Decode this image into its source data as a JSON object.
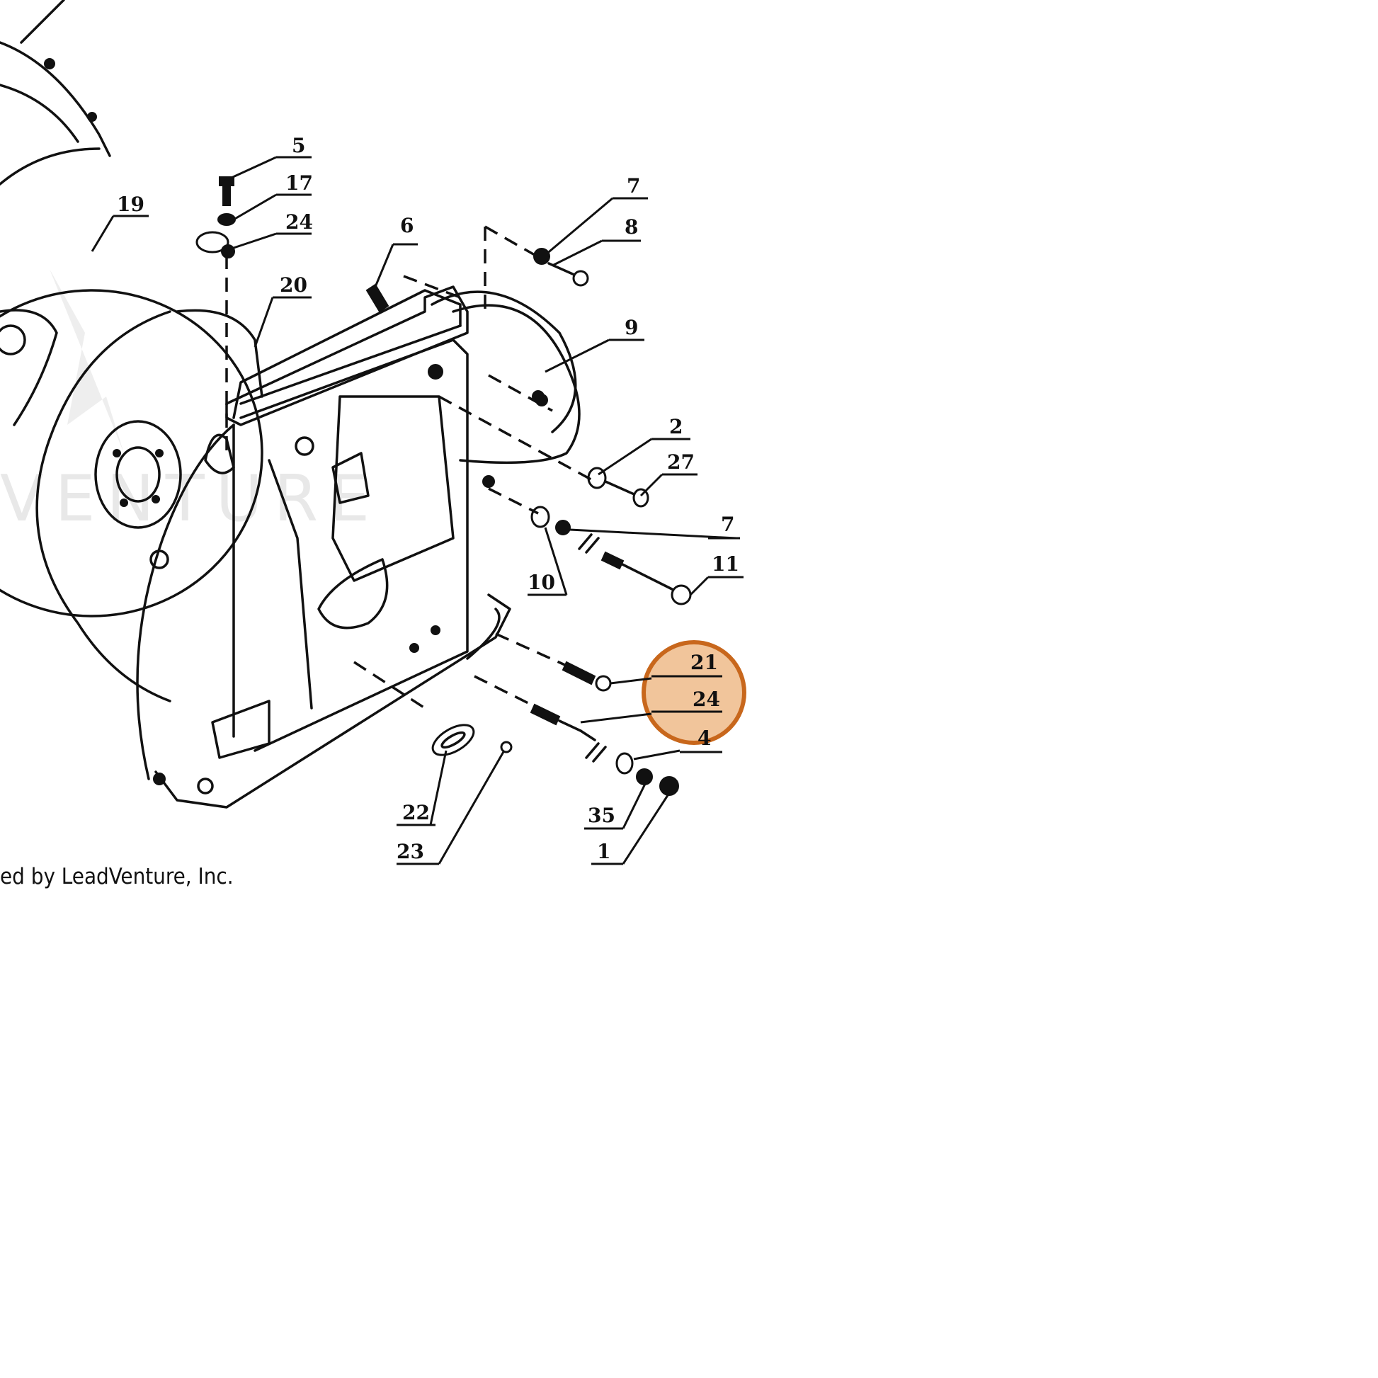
{
  "diagram": {
    "callouts": [
      "5",
      "17",
      "24",
      "19",
      "6",
      "20",
      "7",
      "8",
      "9",
      "2",
      "27",
      "7",
      "10",
      "11",
      "21",
      "24",
      "4",
      "22",
      "23",
      "35",
      "1"
    ],
    "highlight_color": "#e8a15e",
    "highlight_border": "#c8671c",
    "watermark": "VENTURE"
  },
  "footer": {
    "copyright": "ed by LeadVenture, Inc."
  }
}
